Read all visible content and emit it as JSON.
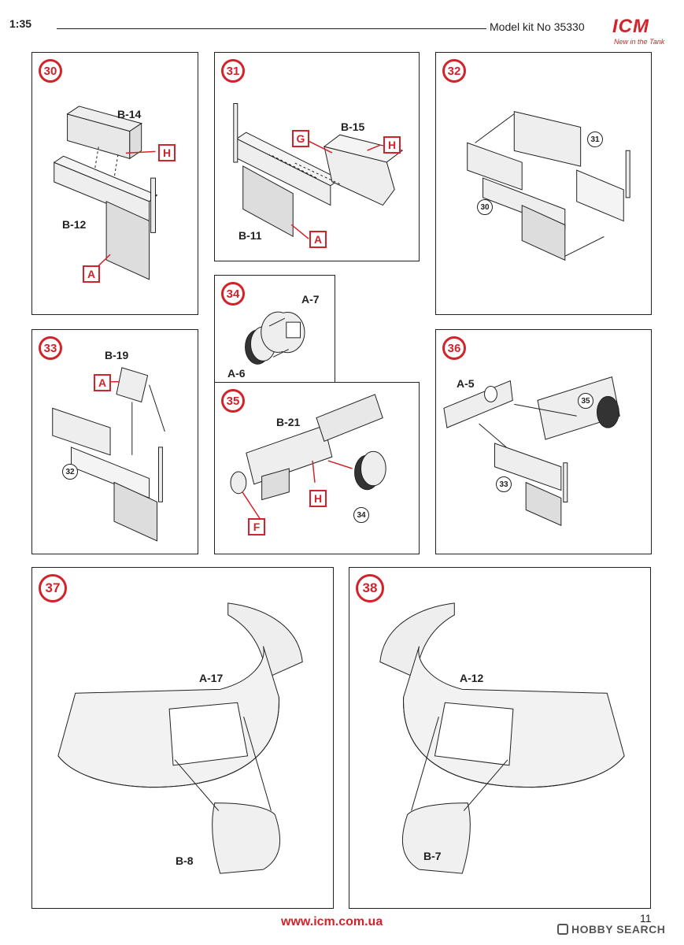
{
  "header": {
    "scale": "1:35",
    "model": "Model kit No 35330",
    "brand": "ICM",
    "slogan": "New in the Tank"
  },
  "steps": [
    {
      "number": "30",
      "parts": [
        "B-14",
        "B-12"
      ],
      "tags": [
        "H",
        "A"
      ]
    },
    {
      "number": "31",
      "parts": [
        "B-15",
        "B-11"
      ],
      "tags": [
        "G",
        "H",
        "A"
      ]
    },
    {
      "number": "32",
      "refs": [
        "31",
        "30"
      ]
    },
    {
      "number": "33",
      "parts": [
        "B-19"
      ],
      "tags": [
        "A"
      ],
      "refs": [
        "32"
      ]
    },
    {
      "number": "34",
      "parts": [
        "A-7",
        "A-6"
      ]
    },
    {
      "number": "35",
      "parts": [
        "B-21"
      ],
      "tags": [
        "H",
        "F"
      ],
      "refs": [
        "34"
      ]
    },
    {
      "number": "36",
      "parts": [
        "A-5"
      ],
      "refs": [
        "35",
        "33"
      ]
    },
    {
      "number": "37",
      "parts": [
        "A-17",
        "B-8"
      ]
    },
    {
      "number": "38",
      "parts": [
        "A-12",
        "B-7"
      ]
    }
  ],
  "footer": {
    "url": "www.icm.com.ua",
    "page": "11",
    "watermark": "HOBBY SEARCH"
  },
  "colors": {
    "accent": "#d3232a",
    "line": "#222222",
    "part_fill": "#eeeeee"
  }
}
